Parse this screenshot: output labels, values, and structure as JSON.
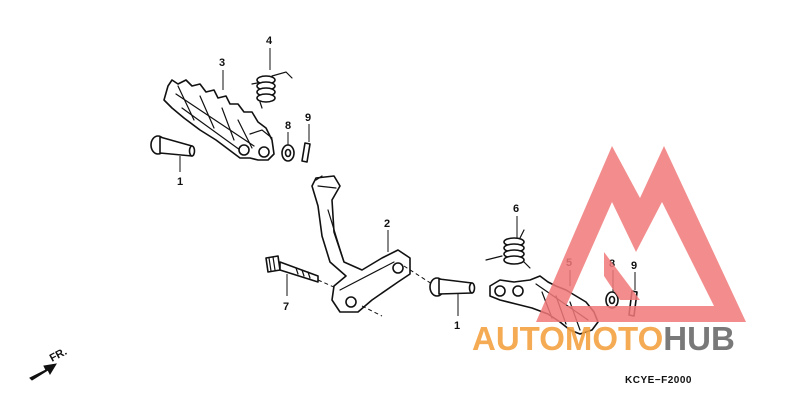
{
  "callouts": {
    "c1a": "1",
    "c1b": "1",
    "c2": "2",
    "c3": "3",
    "c4": "4",
    "c5": "5",
    "c6": "6",
    "c7": "7",
    "c8a": "8",
    "c8b": "8",
    "c9a": "9",
    "c9b": "9"
  },
  "direction_label": "FR.",
  "diagram_code": "KCYE−F2000",
  "watermark": {
    "part1": "AUTOMOTO",
    "part2": "HUB",
    "color_primary": "#f4a142",
    "color_secondary": "#6b6b6b",
    "logo_color": "#f27a7a"
  }
}
